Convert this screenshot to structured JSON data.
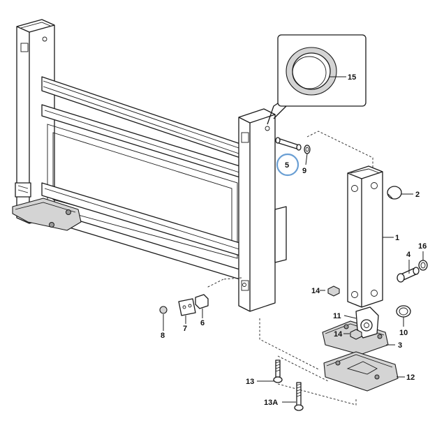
{
  "callouts": {
    "c1": "1",
    "c2": "2",
    "c3": "3",
    "c4": "4",
    "c5": "5",
    "c6": "6",
    "c7": "7",
    "c8": "8",
    "c9": "9",
    "c10": "10",
    "c11": "11",
    "c12": "12",
    "c13": "13",
    "c13a": "13A",
    "c14a": "14",
    "c14b": "14",
    "c15": "15",
    "c16": "16"
  },
  "colors": {
    "highlight_ring": "#6a9fd4",
    "line": "#1a1a1a",
    "shade": "#d4d4d4"
  }
}
